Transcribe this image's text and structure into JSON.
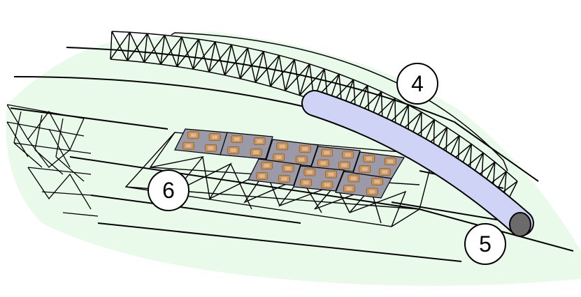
{
  "callouts": [
    {
      "id": "4",
      "label": "4"
    },
    {
      "id": "5",
      "label": "5"
    },
    {
      "id": "6",
      "label": "6"
    }
  ],
  "colors": {
    "background_fill": "#eafaea",
    "stroke": "#000000",
    "tube_fill": "#cfd3f5",
    "tube_end": "#6b6b6b",
    "panel_fill": "#9a9aa8",
    "tile_fill": "#c9945a",
    "tile_inner": "#e0b890"
  }
}
